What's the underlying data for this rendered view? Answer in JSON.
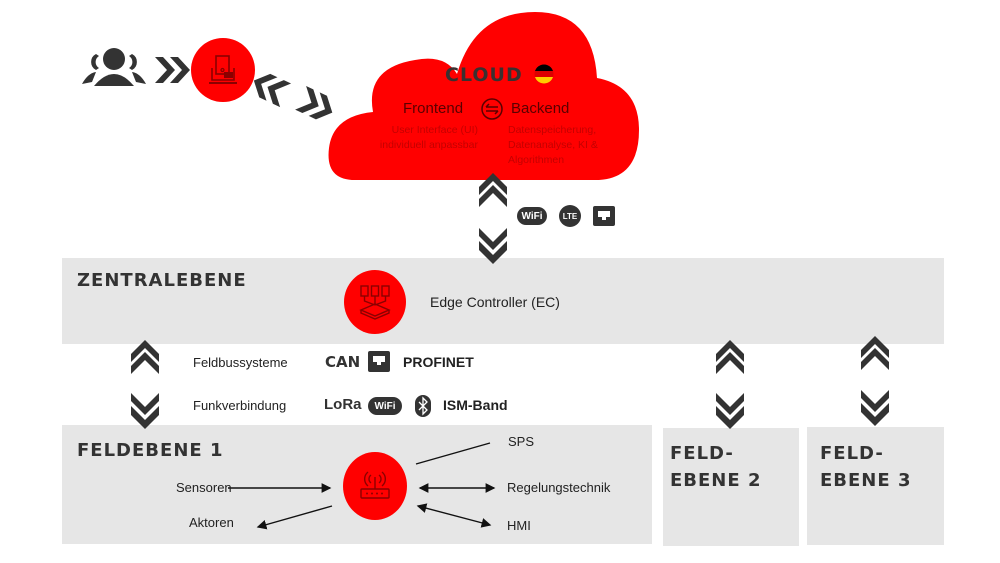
{
  "colors": {
    "accent": "#ff0000",
    "dark": "#333333",
    "panel": "#e6e6e6",
    "icon_stroke": "#8b0000"
  },
  "top": {
    "users_icon": "users-group-icon",
    "device_icon": "tablet-laptop-icon"
  },
  "cloud": {
    "title": "CLOUD",
    "flag_icon": "germany-flag-icon",
    "frontend": "Frontend",
    "backend": "Backend",
    "sync_icon": "sync-arrows-icon",
    "frontend_desc_1": "User Interface (UI)",
    "frontend_desc_2": "individuell anpassbar",
    "backend_desc_1": "Datenspeicherung,",
    "backend_desc_2": "Datenanalyse, KI &",
    "backend_desc_3": "Algorithmen"
  },
  "connectivity": {
    "wifi": "WiFi",
    "lte": "LTE",
    "ethernet_icon": "ethernet-port-icon"
  },
  "zentralebene": {
    "title": "ZENTRALEBENE",
    "controller_label": "Edge Controller (EC)",
    "controller_icon": "edge-controller-icon"
  },
  "protocols": {
    "feldbus_label": "Feldbussysteme",
    "can": "CAN",
    "profinet": "PROFINET",
    "funk_label": "Funkverbindung",
    "lora": "LoRa",
    "wifi": "WiFi",
    "ism": "ISM-Band"
  },
  "feldebene1": {
    "title": "FELDEBENE 1",
    "router_icon": "wireless-router-icon",
    "sensoren": "Sensoren",
    "aktoren": "Aktoren",
    "sps": "SPS",
    "regelung": "Regelungstechnik",
    "hmi": "HMI"
  },
  "feldebene2": {
    "title_1": "FELD-",
    "title_2": "EBENE 2"
  },
  "feldebene3": {
    "title_1": "FELD-",
    "title_2": "EBENE 3"
  }
}
